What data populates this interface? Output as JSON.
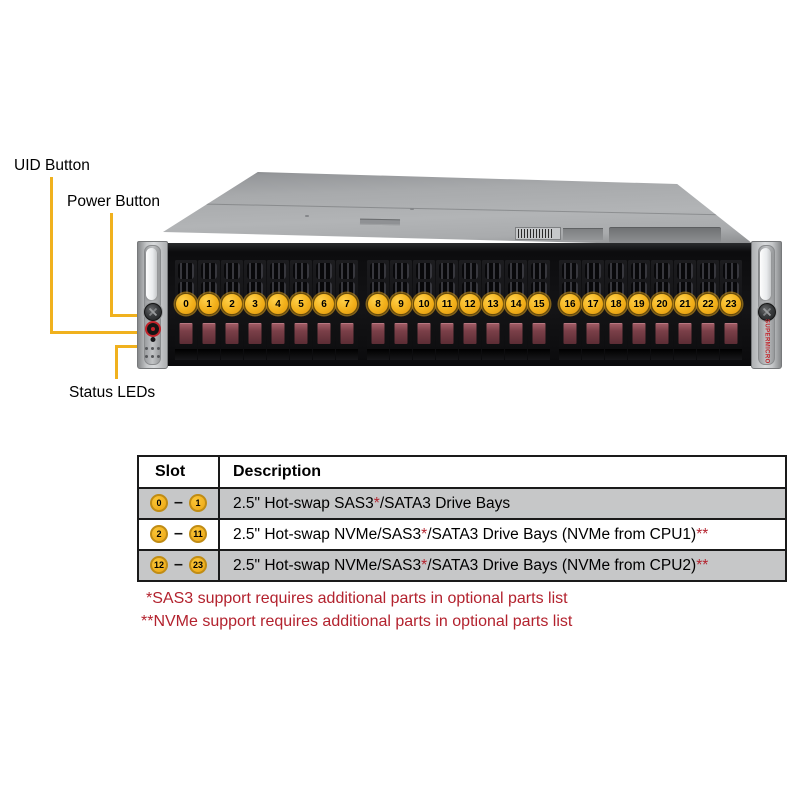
{
  "callouts": {
    "uid_label": "UID Button",
    "power_label": "Power Button",
    "status_label": "Status LEDs"
  },
  "chassis": {
    "bay_groups": [
      [
        "0",
        "1",
        "2",
        "3",
        "4",
        "5",
        "6",
        "7"
      ],
      [
        "8",
        "9",
        "10",
        "11",
        "12",
        "13",
        "14",
        "15"
      ],
      [
        "16",
        "17",
        "18",
        "19",
        "20",
        "21",
        "22",
        "23"
      ]
    ],
    "logo_text": "SUPERMICRO"
  },
  "table": {
    "headers": [
      "Slot",
      "Description"
    ],
    "slot_separator": "–",
    "rows": [
      {
        "slot_start": "0",
        "slot_end": "1",
        "shaded": true,
        "description": [
          {
            "t": "2.5\" Hot-swap SAS3"
          },
          {
            "t": "*",
            "red": true
          },
          {
            "t": "/SATA3 Drive Bays"
          }
        ]
      },
      {
        "slot_start": "2",
        "slot_end": "11",
        "shaded": false,
        "description": [
          {
            "t": "2.5\" Hot-swap NVMe/SAS3"
          },
          {
            "t": "*",
            "red": true
          },
          {
            "t": "/SATA3 Drive Bays (NVMe from CPU1)"
          },
          {
            "t": "**",
            "red": true
          }
        ]
      },
      {
        "slot_start": "12",
        "slot_end": "23",
        "shaded": true,
        "description": [
          {
            "t": "2.5\" Hot-swap NVMe/SAS3"
          },
          {
            "t": "*",
            "red": true
          },
          {
            "t": "/SATA3 Drive Bays (NVMe from CPU2)"
          },
          {
            "t": "**",
            "red": true
          }
        ]
      }
    ]
  },
  "footnotes": [
    "*SAS3 support requires additional parts in optional parts list",
    "**NVMe support requires additional parts in optional parts list"
  ],
  "colors": {
    "callout_yellow": "#f0b11e",
    "badge_yellow": "#f2b01a",
    "note_red": "#b3222e",
    "row_gray": "#c6c7c8"
  }
}
